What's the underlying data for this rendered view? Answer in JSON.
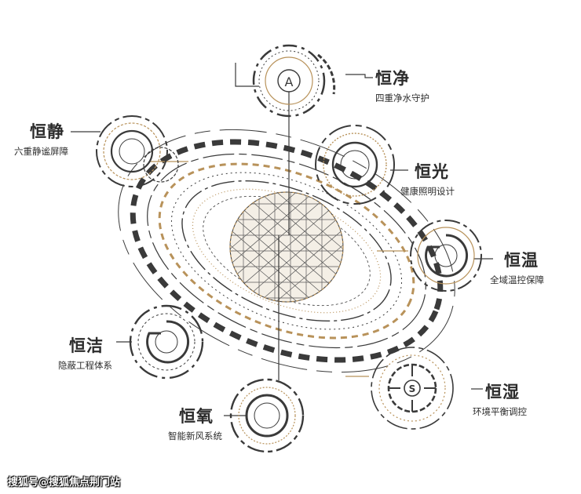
{
  "features": [
    {
      "id": "purify",
      "title": "恒净",
      "subtitle": "四重净水守护",
      "icon": "letter-a-icon",
      "icon_text": "A"
    },
    {
      "id": "quiet",
      "title": "恒静",
      "subtitle": "六重静谧屏障",
      "icon": "ring-icon"
    },
    {
      "id": "light",
      "title": "恒光",
      "subtitle": "健康照明设计",
      "icon": "ring-icon"
    },
    {
      "id": "temperature",
      "title": "恒温",
      "subtitle": "全域温控保障",
      "icon": "fan-icon"
    },
    {
      "id": "clean",
      "title": "恒洁",
      "subtitle": "隐蔽工程体系",
      "icon": "ring-icon"
    },
    {
      "id": "oxygen",
      "title": "恒氧",
      "subtitle": "智能新风系统",
      "icon": "ring-icon"
    },
    {
      "id": "humidity",
      "title": "恒湿",
      "subtitle": "环境平衡调控",
      "icon": "gear-icon",
      "icon_text": "S"
    }
  ],
  "watermark": "搜狐号@搜狐焦点荆门站",
  "colors": {
    "line": "#3a3a3a",
    "gold": "#b8925a",
    "text": "#2b2b2b"
  }
}
